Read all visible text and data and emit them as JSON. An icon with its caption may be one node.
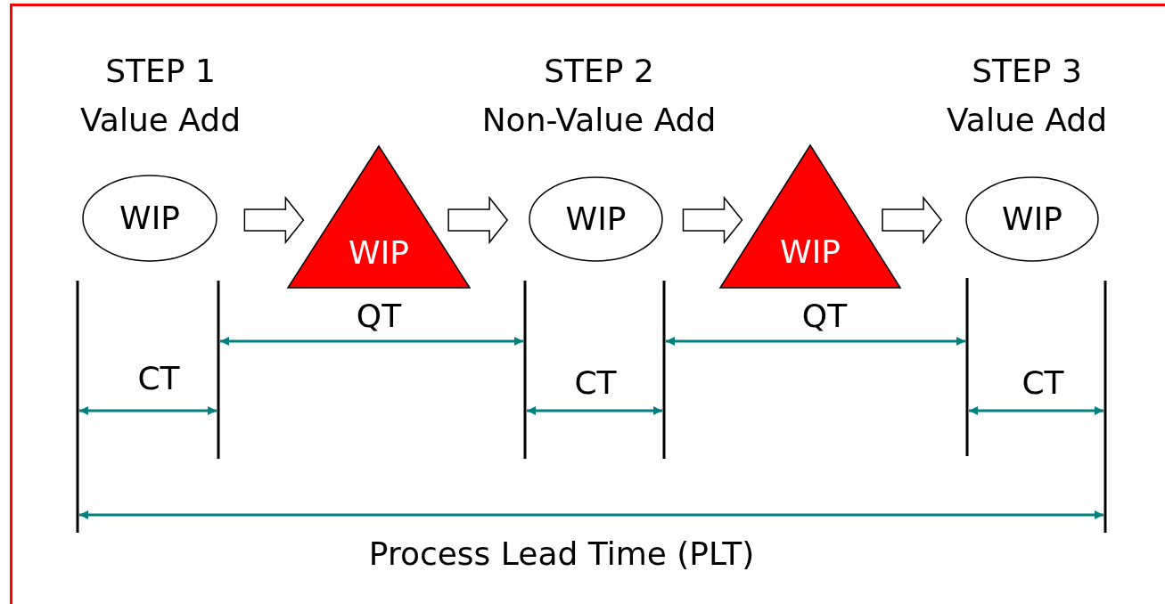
{
  "diagram": {
    "nodes": [
      {
        "text": [
          "WIP"
        ],
        "beside": [
          "STEP 1",
          "Value Add"
        ]
      },
      {
        "text": [
          "WIP"
        ]
      },
      {
        "text": [
          "WIP"
        ],
        "beside": [
          "STEP 2",
          "Non-Value Add"
        ]
      },
      {
        "text": [
          "WIP"
        ]
      },
      {
        "text": [
          "WIP"
        ],
        "beside": [
          "STEP 3",
          "Value Add"
        ]
      }
    ],
    "edges": [
      {
        "from": 0,
        "to": 1,
        "arrow": "to"
      },
      {
        "from": 1,
        "to": 2,
        "arrow": "to"
      },
      {
        "from": 2,
        "to": 3,
        "arrow": "to"
      },
      {
        "from": 3,
        "to": 4,
        "arrow": "to"
      }
    ],
    "labels": [
      "QT",
      "QT",
      "CT",
      "CT",
      "CT",
      "Process Lead Time (PLT)"
    ]
  }
}
